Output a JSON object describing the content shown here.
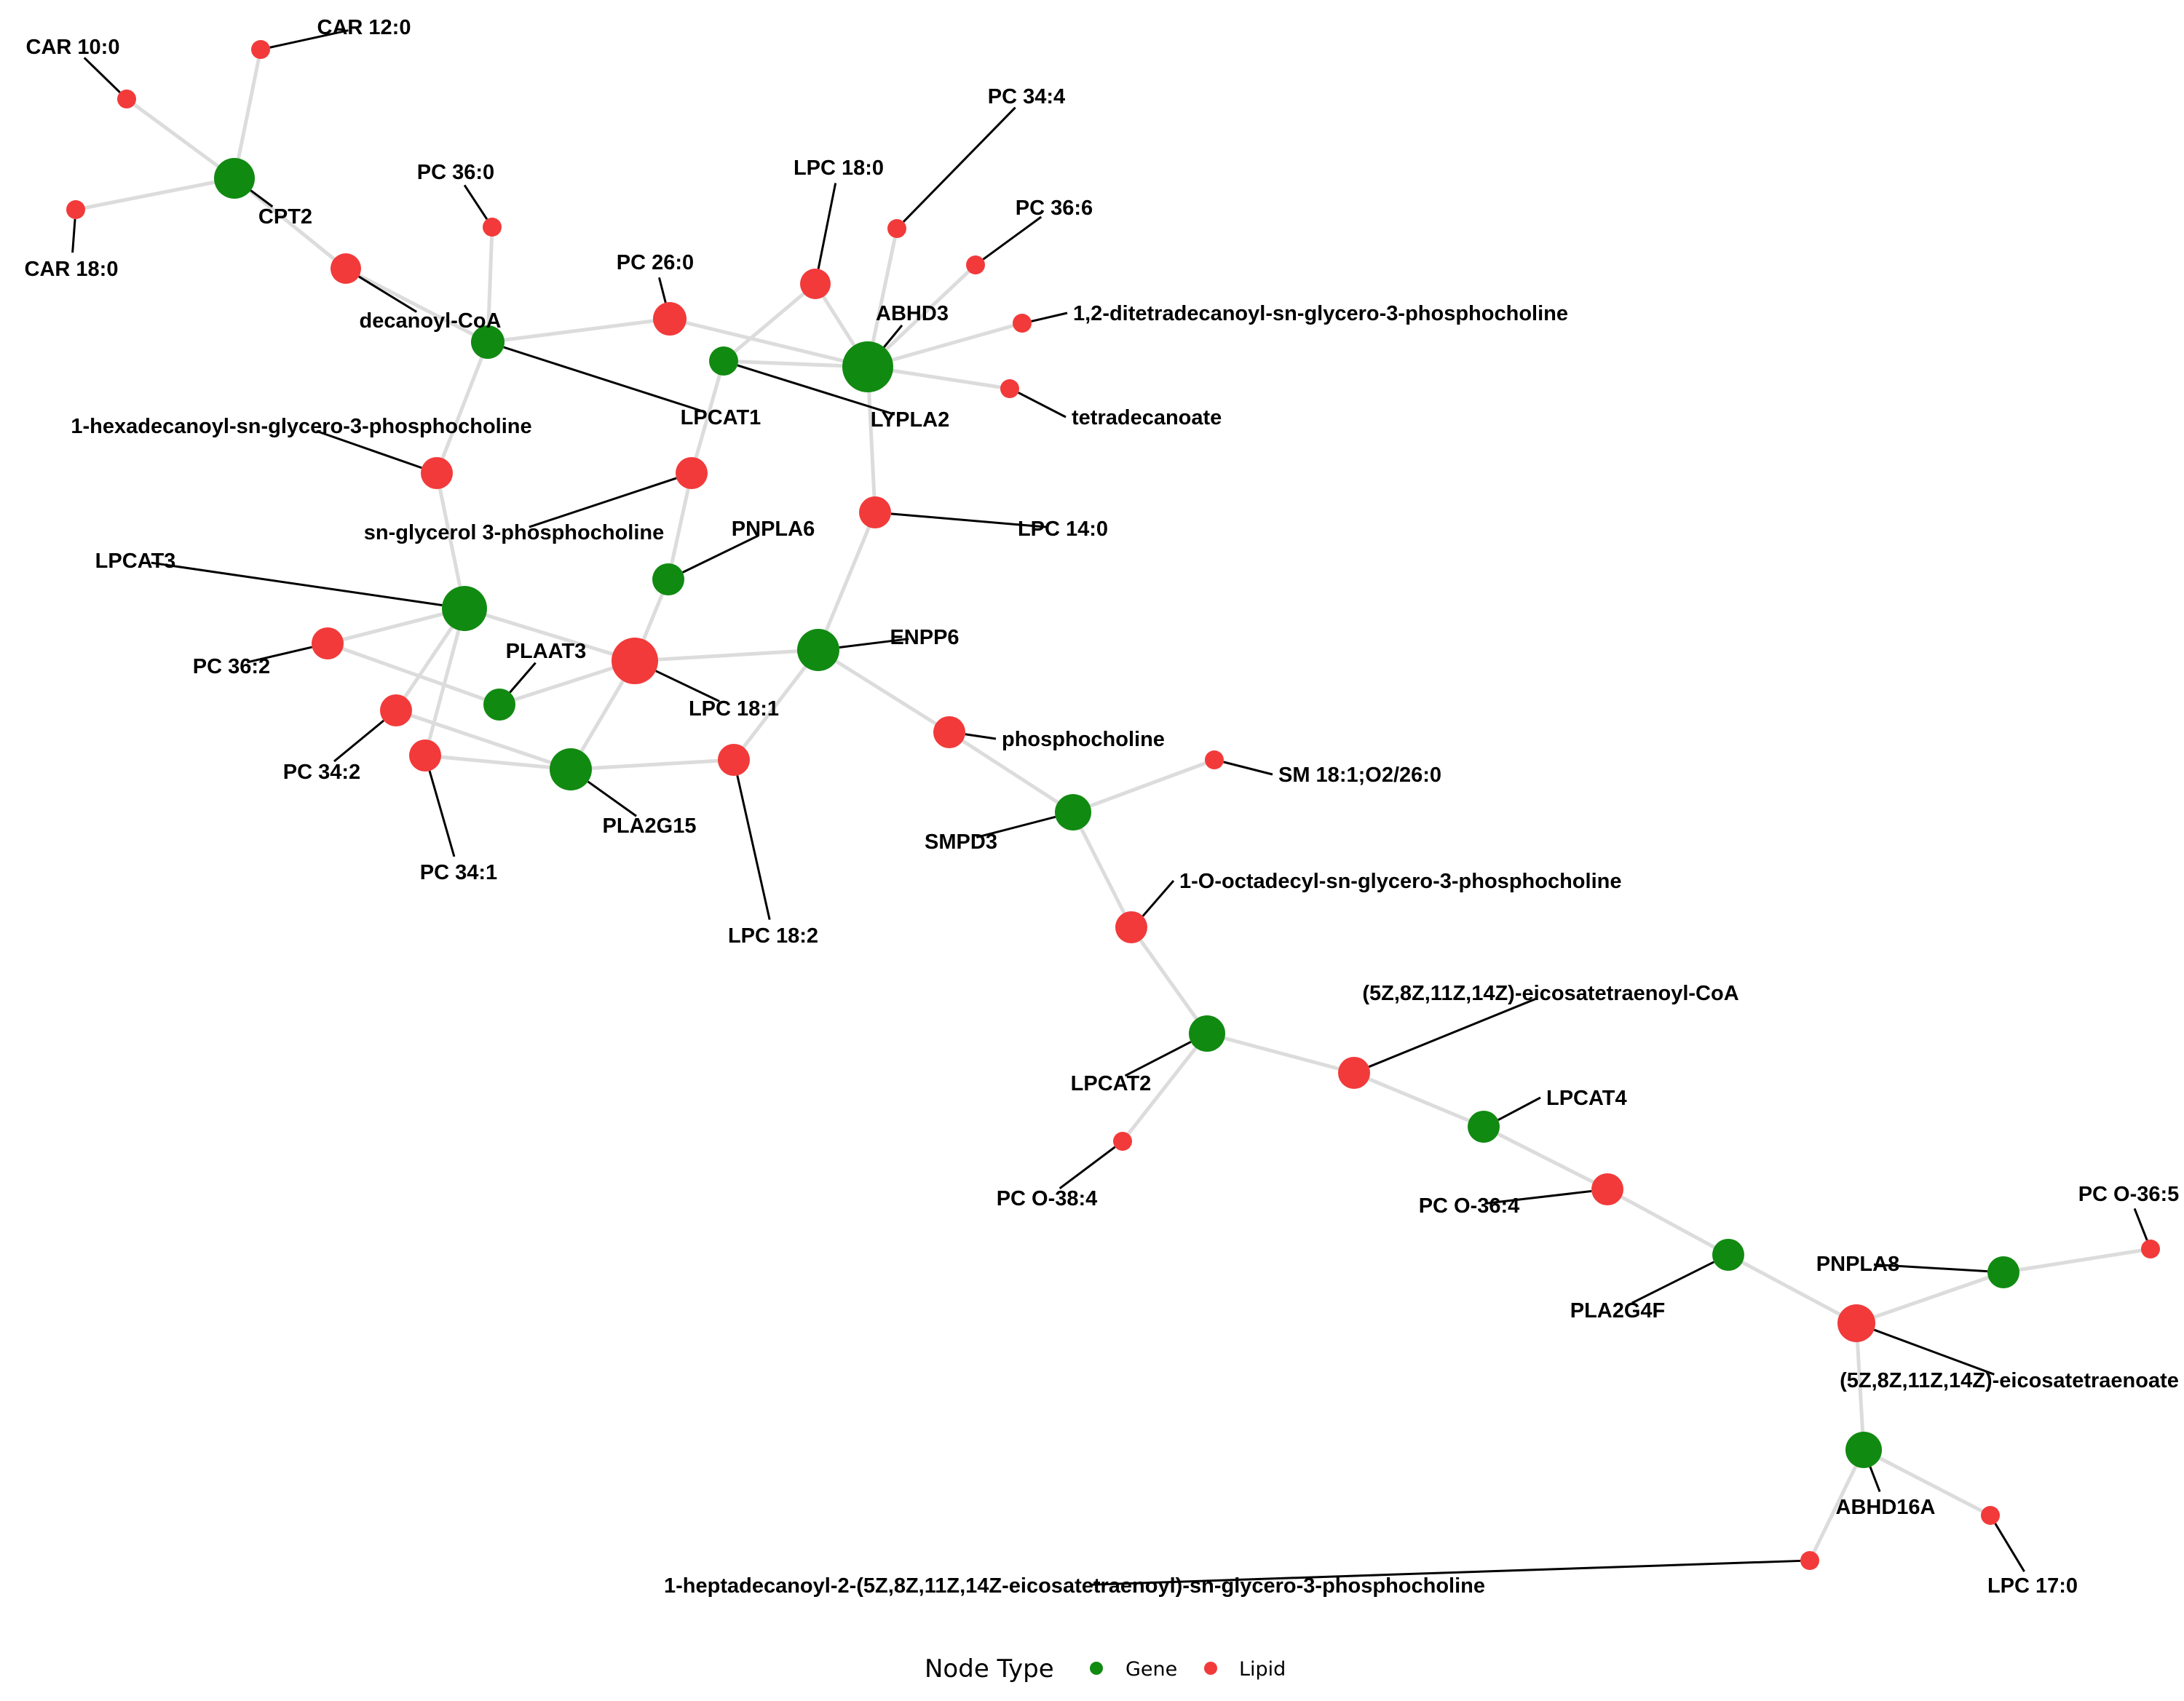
{
  "colors": {
    "gene": "#118a11",
    "lipid": "#f23a3a",
    "edge": "#dcdcdc",
    "leader": "#000000"
  },
  "legend": {
    "title": "Node Type",
    "items": [
      {
        "label": "Gene",
        "type": "gene"
      },
      {
        "label": "Lipid",
        "type": "lipid"
      }
    ]
  },
  "nodes": [
    {
      "id": "CAR 10:0",
      "type": "lipid"
    },
    {
      "id": "CAR 12:0",
      "type": "lipid"
    },
    {
      "id": "CAR 18:0",
      "type": "lipid"
    },
    {
      "id": "CPT2",
      "type": "gene"
    },
    {
      "id": "decanoyl-CoA",
      "type": "lipid"
    },
    {
      "id": "PC 36:0",
      "type": "lipid"
    },
    {
      "id": "LPCAT1",
      "type": "gene"
    },
    {
      "id": "PC 26:0",
      "type": "lipid"
    },
    {
      "id": "LPC 18:0",
      "type": "lipid"
    },
    {
      "id": "LYPLA2",
      "type": "gene"
    },
    {
      "id": "PC 34:4",
      "type": "lipid"
    },
    {
      "id": "PC 36:6",
      "type": "lipid"
    },
    {
      "id": "ABHD3",
      "type": "gene"
    },
    {
      "id": "1,2-ditetradecanoyl-sn-glycero-3-phosphocholine",
      "type": "lipid"
    },
    {
      "id": "tetradecanoate",
      "type": "lipid"
    },
    {
      "id": "1-hexadecanoyl-sn-glycero-3-phosphocholine",
      "type": "lipid"
    },
    {
      "id": "sn-glycerol 3-phosphocholine",
      "type": "lipid"
    },
    {
      "id": "LPC 14:0",
      "type": "lipid"
    },
    {
      "id": "PNPLA6",
      "type": "gene"
    },
    {
      "id": "LPCAT3",
      "type": "gene"
    },
    {
      "id": "PC 36:2",
      "type": "lipid"
    },
    {
      "id": "PLAAT3",
      "type": "gene"
    },
    {
      "id": "LPC 18:1",
      "type": "lipid"
    },
    {
      "id": "ENPP6",
      "type": "gene"
    },
    {
      "id": "PC 34:2",
      "type": "lipid"
    },
    {
      "id": "PC 34:1",
      "type": "lipid"
    },
    {
      "id": "PLA2G15",
      "type": "gene"
    },
    {
      "id": "LPC 18:2",
      "type": "lipid"
    },
    {
      "id": "phosphocholine",
      "type": "lipid"
    },
    {
      "id": "SM 18:1;O2/26:0",
      "type": "lipid"
    },
    {
      "id": "SMPD3",
      "type": "gene"
    },
    {
      "id": "1-O-octadecyl-sn-glycero-3-phosphocholine",
      "type": "lipid"
    },
    {
      "id": "LPCAT2",
      "type": "gene"
    },
    {
      "id": "PC O-38:4",
      "type": "lipid"
    },
    {
      "id": "(5Z,8Z,11Z,14Z)-eicosatetraenoyl-CoA",
      "type": "lipid"
    },
    {
      "id": "LPCAT4",
      "type": "gene"
    },
    {
      "id": "PC O-36:4",
      "type": "lipid"
    },
    {
      "id": "PLA2G4F",
      "type": "gene"
    },
    {
      "id": "(5Z,8Z,11Z,14Z)-eicosatetraenoate",
      "type": "lipid"
    },
    {
      "id": "PNPLA8",
      "type": "gene"
    },
    {
      "id": "PC O-36:5",
      "type": "lipid"
    },
    {
      "id": "ABHD16A",
      "type": "gene"
    },
    {
      "id": "1-heptadecanoyl-2-(5Z,8Z,11Z,14Z-eicosatetraenoyl)-sn-glycero-3-phosphocholine",
      "type": "lipid"
    },
    {
      "id": "LPC 17:0",
      "type": "lipid"
    }
  ],
  "edges": [
    [
      "CPT2",
      "CAR 10:0"
    ],
    [
      "CPT2",
      "CAR 12:0"
    ],
    [
      "CPT2",
      "CAR 18:0"
    ],
    [
      "CPT2",
      "decanoyl-CoA"
    ],
    [
      "decanoyl-CoA",
      "LPCAT1"
    ],
    [
      "PC 36:0",
      "LPCAT1"
    ],
    [
      "LPCAT1",
      "PC 26:0"
    ],
    [
      "PC 26:0",
      "ABHD3"
    ],
    [
      "LPCAT1",
      "1-hexadecanoyl-sn-glycero-3-phosphocholine"
    ],
    [
      "1-hexadecanoyl-sn-glycero-3-phosphocholine",
      "LPCAT3"
    ],
    [
      "LPC 18:0",
      "LYPLA2"
    ],
    [
      "LPC 18:0",
      "ABHD3"
    ],
    [
      "LYPLA2",
      "ABHD3"
    ],
    [
      "LYPLA2",
      "sn-glycerol 3-phosphocholine"
    ],
    [
      "ABHD3",
      "PC 34:4"
    ],
    [
      "ABHD3",
      "PC 36:6"
    ],
    [
      "ABHD3",
      "1,2-ditetradecanoyl-sn-glycero-3-phosphocholine"
    ],
    [
      "ABHD3",
      "tetradecanoate"
    ],
    [
      "ABHD3",
      "LPC 14:0"
    ],
    [
      "LPC 14:0",
      "ENPP6"
    ],
    [
      "sn-glycerol 3-phosphocholine",
      "PNPLA6"
    ],
    [
      "PNPLA6",
      "LPC 18:1"
    ],
    [
      "LPCAT3",
      "PC 36:2"
    ],
    [
      "LPCAT3",
      "LPC 18:1"
    ],
    [
      "LPCAT3",
      "PC 34:2"
    ],
    [
      "LPCAT3",
      "PC 34:1"
    ],
    [
      "PC 36:2",
      "PLAAT3"
    ],
    [
      "PLAAT3",
      "LPC 18:1"
    ],
    [
      "LPC 18:1",
      "ENPP6"
    ],
    [
      "LPC 18:1",
      "PLA2G15"
    ],
    [
      "PC 34:2",
      "PLA2G15"
    ],
    [
      "PC 34:1",
      "PLA2G15"
    ],
    [
      "PLA2G15",
      "LPC 18:2"
    ],
    [
      "LPC 18:2",
      "ENPP6"
    ],
    [
      "ENPP6",
      "phosphocholine"
    ],
    [
      "phosphocholine",
      "SMPD3"
    ],
    [
      "SMPD3",
      "SM 18:1;O2/26:0"
    ],
    [
      "SMPD3",
      "1-O-octadecyl-sn-glycero-3-phosphocholine"
    ],
    [
      "1-O-octadecyl-sn-glycero-3-phosphocholine",
      "LPCAT2"
    ],
    [
      "LPCAT2",
      "PC O-38:4"
    ],
    [
      "LPCAT2",
      "(5Z,8Z,11Z,14Z)-eicosatetraenoyl-CoA"
    ],
    [
      "(5Z,8Z,11Z,14Z)-eicosatetraenoyl-CoA",
      "LPCAT4"
    ],
    [
      "LPCAT4",
      "PC O-36:4"
    ],
    [
      "PC O-36:4",
      "PLA2G4F"
    ],
    [
      "PLA2G4F",
      "(5Z,8Z,11Z,14Z)-eicosatetraenoate"
    ],
    [
      "(5Z,8Z,11Z,14Z)-eicosatetraenoate",
      "PNPLA8"
    ],
    [
      "PNPLA8",
      "PC O-36:5"
    ],
    [
      "(5Z,8Z,11Z,14Z)-eicosatetraenoate",
      "ABHD16A"
    ],
    [
      "ABHD16A",
      "1-heptadecanoyl-2-(5Z,8Z,11Z,14Z-eicosatetraenoyl)-sn-glycero-3-phosphocholine"
    ],
    [
      "ABHD16A",
      "LPC 17:0"
    ]
  ]
}
